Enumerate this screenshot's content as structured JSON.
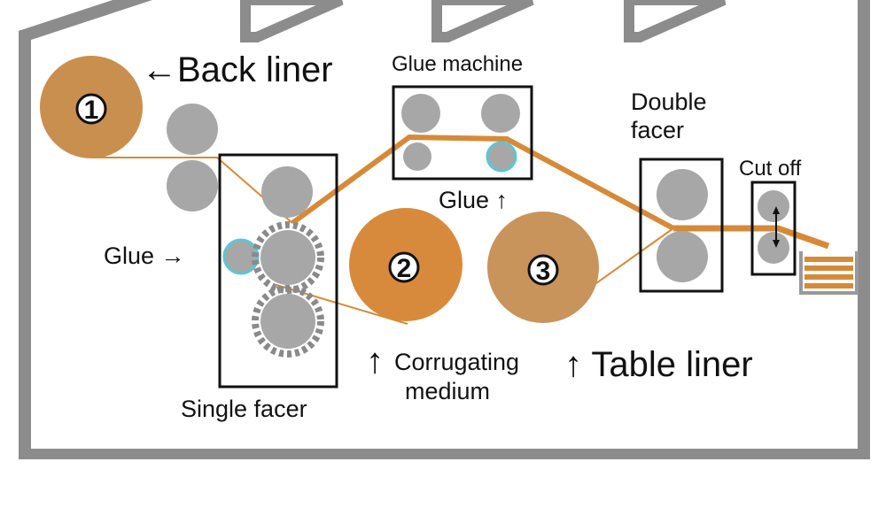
{
  "labels": {
    "back_liner": "←Back liner",
    "glue_machine": "Glue machine",
    "double_facer_line1": "Double",
    "double_facer_line2": "facer",
    "cut_off": "Cut off",
    "glue_left": "Glue →",
    "glue_right": "Glue ↑",
    "single_facer": "Single facer",
    "corrugating_arrow": "↑",
    "corrugating_line1": "Corrugating",
    "corrugating_line2": "medium",
    "table_liner": "↑ Table liner"
  },
  "rolls": [
    {
      "number": "1",
      "name": "Back liner"
    },
    {
      "number": "2",
      "name": "Corrugating medium"
    },
    {
      "number": "3",
      "name": "Table liner"
    }
  ],
  "colors": {
    "wall": "#8c8c8c",
    "roller": "#a7a7a7",
    "roll_back_liner": "#c98f4f",
    "roll_medium": "#d88a3c",
    "roll_table_liner": "#c9935c",
    "paper": "#d68a38",
    "glue_ring": "#5bc6d6",
    "frame": "#111111"
  },
  "icons": [
    "factory-roof-icon",
    "gear-roller-icon",
    "cut-arrow-icon",
    "stacked-boards-icon"
  ]
}
